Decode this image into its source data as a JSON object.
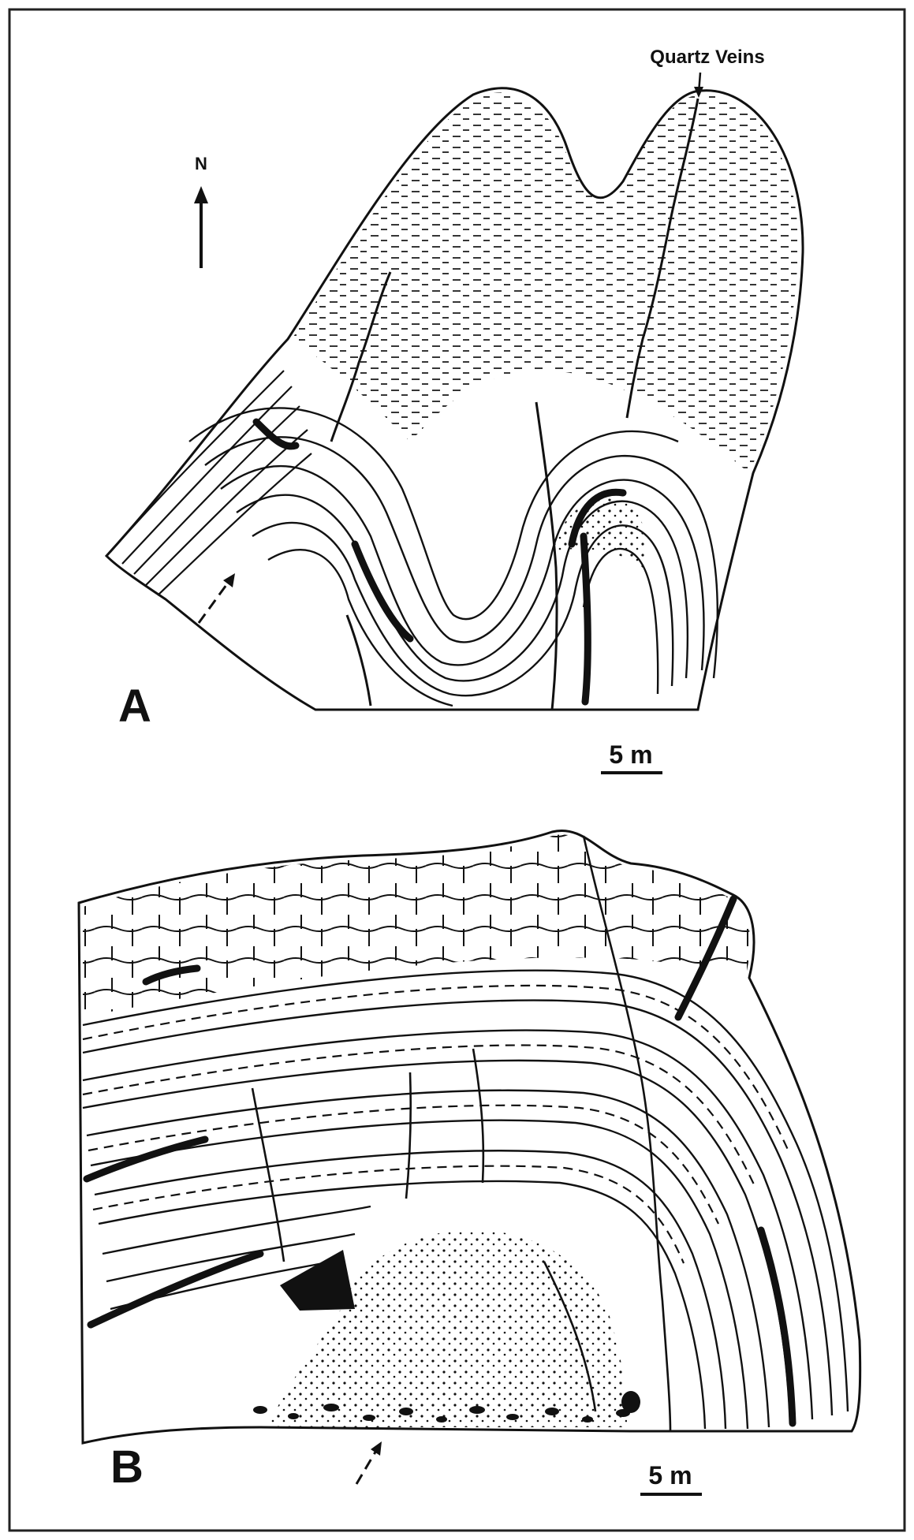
{
  "figure": {
    "north_label": "N",
    "callout_label": "Quartz Veins",
    "panels": [
      {
        "id": "A",
        "letter": "A",
        "scale_label": "5 m"
      },
      {
        "id": "B",
        "letter": "B",
        "scale_label": "5 m"
      }
    ],
    "colors": {
      "ink": "#111111",
      "background": "#ffffff",
      "frame": "#222222"
    }
  }
}
